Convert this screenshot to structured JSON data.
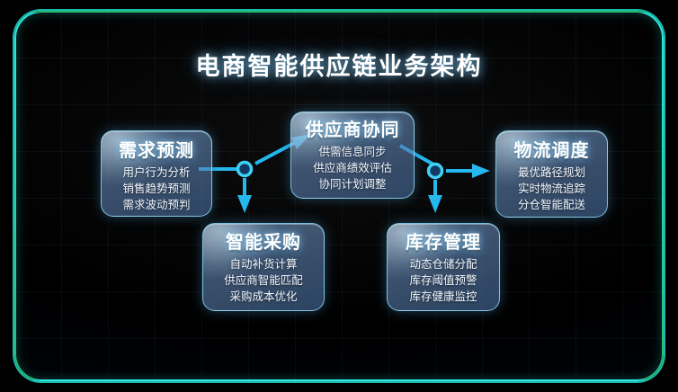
{
  "title": "电商智能供应链业务架构",
  "theme": {
    "accent_cyan": "#25b7ee",
    "border_teal": "#2fe6e0",
    "border_green": "#27b96d",
    "bg_top": "#15244a",
    "bg_bottom": "#1c5e9d",
    "card_text": "#ffffff"
  },
  "nodes": [
    {
      "id": "demand-forecast",
      "title": "需求预测",
      "items": [
        "用户行为分析",
        "销售趋势预测",
        "需求波动预判"
      ]
    },
    {
      "id": "supplier-collaboration",
      "title": "供应商协同",
      "items": [
        "供需信息同步",
        "供应商绩效评估",
        "协同计划调整"
      ]
    },
    {
      "id": "logistics-scheduling",
      "title": "物流调度",
      "items": [
        "最优路径规划",
        "实时物流追踪",
        "分仓智能配送"
      ]
    },
    {
      "id": "smart-purchasing",
      "title": "智能采购",
      "items": [
        "自动补货计算",
        "供应商智能匹配",
        "采购成本优化"
      ]
    },
    {
      "id": "inventory-management",
      "title": "库存管理",
      "items": [
        "动态仓储分配",
        "库存阈值预警",
        "库存健康监控"
      ]
    }
  ],
  "connections": [
    {
      "from": "demand-forecast",
      "to": "supplier-collaboration",
      "via": "junction-left"
    },
    {
      "from": "demand-forecast",
      "to": "smart-purchasing",
      "via": "junction-left"
    },
    {
      "from": "supplier-collaboration",
      "to": "logistics-scheduling",
      "via": "junction-right"
    },
    {
      "from": "supplier-collaboration",
      "to": "inventory-management",
      "via": "junction-right"
    }
  ]
}
